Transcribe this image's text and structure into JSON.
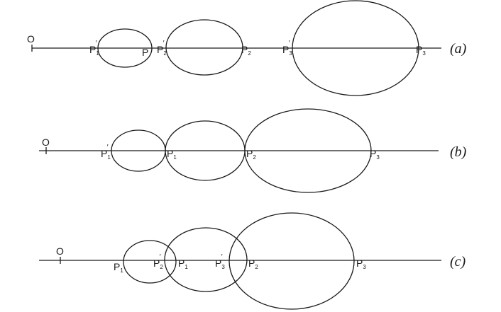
{
  "diagrams": [
    {
      "tag": "(a)",
      "origin": "O",
      "points": [
        {
          "base": "P",
          "sub": "1",
          "prime": "′"
        },
        {
          "base": "P",
          "sub": "",
          "prime": ""
        },
        {
          "base": "P",
          "sub": "2",
          "prime": "′"
        },
        {
          "base": "P",
          "sub": "2",
          "prime": ""
        },
        {
          "base": "P",
          "sub": "3",
          "prime": "′"
        },
        {
          "base": "P",
          "sub": "3",
          "prime": ""
        }
      ]
    },
    {
      "tag": "(b)",
      "origin": "O",
      "points": [
        {
          "base": "P",
          "sub": "1",
          "prime": "′"
        },
        {
          "base": "P",
          "sub": "1",
          "prime": ""
        },
        {
          "base": "P",
          "sub": "2",
          "prime": ""
        },
        {
          "base": "P",
          "sub": "3",
          "prime": ""
        }
      ]
    },
    {
      "tag": "(c)",
      "origin": "O",
      "points": [
        {
          "base": "P",
          "sub": "1",
          "prime": ""
        },
        {
          "base": "P",
          "sub": "2",
          "prime": "′"
        },
        {
          "base": "P",
          "sub": "1",
          "prime": ""
        },
        {
          "base": "P",
          "sub": "3",
          "prime": "′"
        },
        {
          "base": "P",
          "sub": "2",
          "prime": ""
        },
        {
          "base": "P",
          "sub": "3",
          "prime": ""
        }
      ]
    }
  ]
}
